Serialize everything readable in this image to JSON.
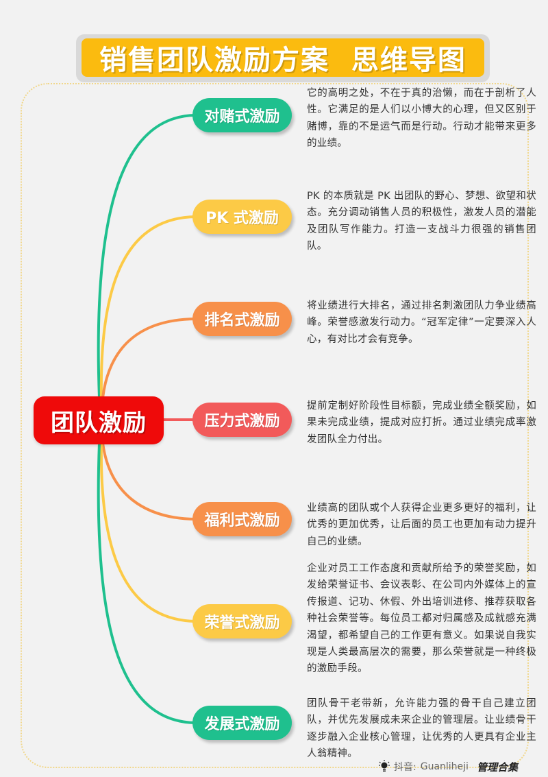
{
  "title": {
    "text": "销售团队激励方案  思维导图",
    "bg_color": "#fbbb0f"
  },
  "center_node": {
    "label": "团队激励",
    "color": "#ef0a0a"
  },
  "branches": [
    {
      "label": "对赌式激励",
      "color": "#1fc08e",
      "description": "它的高明之处，不在于真的治懒，而在于剖析了人性。它满足的是人们以小博大的心理，但又区别于赌博，靠的不是运气而是行动。行动才能带来更多的业绩。"
    },
    {
      "label": "PK 式激励",
      "color": "#fcca46",
      "description": "PK 的本质就是 PK 出团队的野心、梦想、欲望和状态。充分调动销售人员的积极性，激发人员的潜能及团队写作能力。打造一支战斗力很强的销售团队。"
    },
    {
      "label": "排名式激励",
      "color": "#f7904a",
      "description": "将业绩进行大排名，通过排名刺激团队力争业绩高峰。荣誉感激发行动力。“冠军定律”一定要深入人心，有对比才会有竞争。"
    },
    {
      "label": "压力式激励",
      "color": "#f25a5a",
      "description": "提前定制好阶段性目标额，完成业绩全额奖励，如果未完成业绩，提成对应打折。通过业绩完成率激发团队全力付出。"
    },
    {
      "label": "福利式激励",
      "color": "#f7904a",
      "description": "业绩高的团队或个人获得企业更多更好的福利，让优秀的更加优秀，让后面的员工也更加有动力提升自己的业绩。"
    },
    {
      "label": "荣誉式激励",
      "color": "#fcca46",
      "description": "企业对员工工作态度和贡献所给予的荣誉奖励，如发给荣誉证书、会议表彰、在公司内外媒体上的宣传报道、记功、休假、外出培训进修、推荐获取各种社会荣誉等。每位员工都对归属感及成就感充满渴望，都希望自己的工作更有意义。如果说自我实现是人类最高层次的需要，那么荣誉就是一种终极的激励手段。"
    },
    {
      "label": "发展式激励",
      "color": "#1fc08e",
      "description": "团队骨干老带新，允许能力强的骨干自己建立团队，并优先发展成未来企业的管理层。让业绩骨干逐步融入企业核心管理，让优秀的人更具有企业主人翁精神。"
    }
  ],
  "footer": {
    "icon": "lightbulb-icon",
    "platform": "抖音:",
    "account": "Guanliheji",
    "brand": "管理合集"
  }
}
